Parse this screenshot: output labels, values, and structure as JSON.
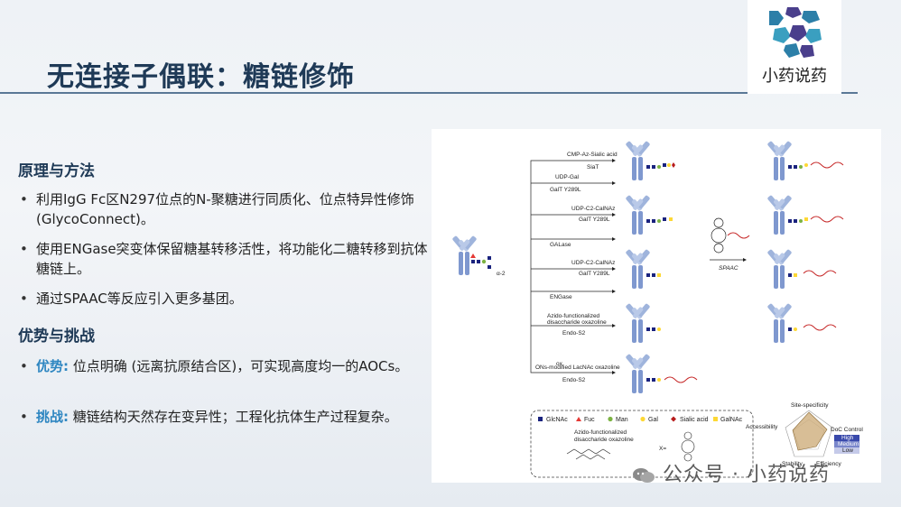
{
  "slide": {
    "title": "无连接子偶联：糖链修饰",
    "logo_text": "小药说药"
  },
  "section1": {
    "heading": "原理与方法",
    "bullets": [
      "利用IgG Fc区N297位点的N-聚糖进行同质化、位点特异性修饰 (GlycoConnect)。",
      "使用ENGase突变体保留糖基转移活性，将功能化二糖转移到抗体糖链上。",
      "通过SPAAC等反应引入更多基团。"
    ]
  },
  "section2": {
    "heading": "优势与挑战",
    "advantage_label": "优势:",
    "advantage_text": " 位点明确 (远离抗原结合区)，可实现高度均一的AOCs。",
    "challenge_label": "挑战:",
    "challenge_text": " 糖链结构天然存在变异性；工程化抗体生产过程复杂。"
  },
  "figure": {
    "labels": {
      "r1a": "CMP-Az-Sialic acid",
      "r1b": "SiaT",
      "r2a": "UDP-Gal",
      "r2b": "GalT Y289L",
      "r3a": "UDP-C2-CalNAz",
      "r3b": "GalT Y289L",
      "r4": "GALase",
      "r5a": "UDP-C2-CalNAz",
      "r5b": "GalT Y289L",
      "r6": "ENGase",
      "r7a": "Azido-functionalized",
      "r7b": "disaccharide oxazoline",
      "r7c": "Endo-S2",
      "r8a": "ONs-modified LacNAc oxazoline",
      "r8b": "Endo-S2",
      "spaac": "SPAAC",
      "left_tag": "α-2",
      "ox": "ox",
      "mid_x": "X="
    },
    "legend": {
      "items": [
        {
          "label": "GlcNAc",
          "color": "#1a237e",
          "shape": "square"
        },
        {
          "label": "Fuc",
          "color": "#e53935",
          "shape": "triangle"
        },
        {
          "label": "Man",
          "color": "#7cb342",
          "shape": "circle"
        },
        {
          "label": "Gal",
          "color": "#fdd835",
          "shape": "circle"
        },
        {
          "label": "Sialic acid",
          "color": "#b71c1c",
          "shape": "diamond"
        },
        {
          "label": "GalNAc",
          "color": "#fdd835",
          "shape": "square"
        }
      ],
      "oxazoline_a": "Azido-functionalized",
      "oxazoline_b": "disaccharide oxazoline"
    },
    "radar": {
      "site": "Site-specificity",
      "access": "Accessibility",
      "doc": "DoC Control",
      "high": "High",
      "medium": "Medium",
      "low": "Low",
      "stability": "Stability",
      "efficiency": "Efficiency"
    }
  },
  "watermark": "公众号 · 小药说药"
}
